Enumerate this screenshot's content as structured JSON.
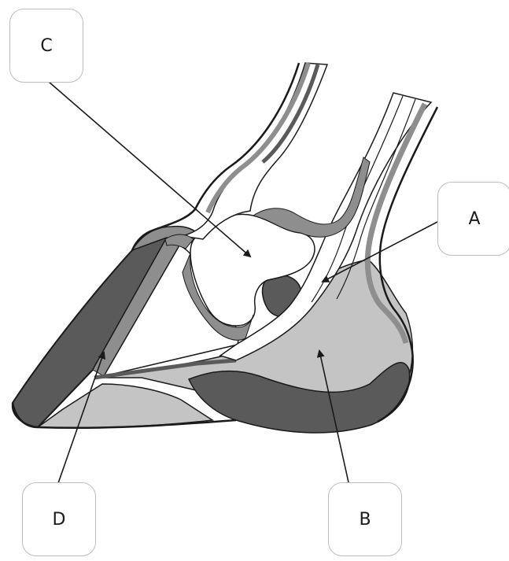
{
  "labels": {
    "a": "A",
    "b": "B",
    "c": "C",
    "d": "D"
  },
  "colors": {
    "dark_fill": "#5a5a5a",
    "mid_fill": "#8e8e8e",
    "light_fill": "#c4c4c4",
    "outline": "#1a1a1a",
    "box_border": "#bdbdbd"
  }
}
